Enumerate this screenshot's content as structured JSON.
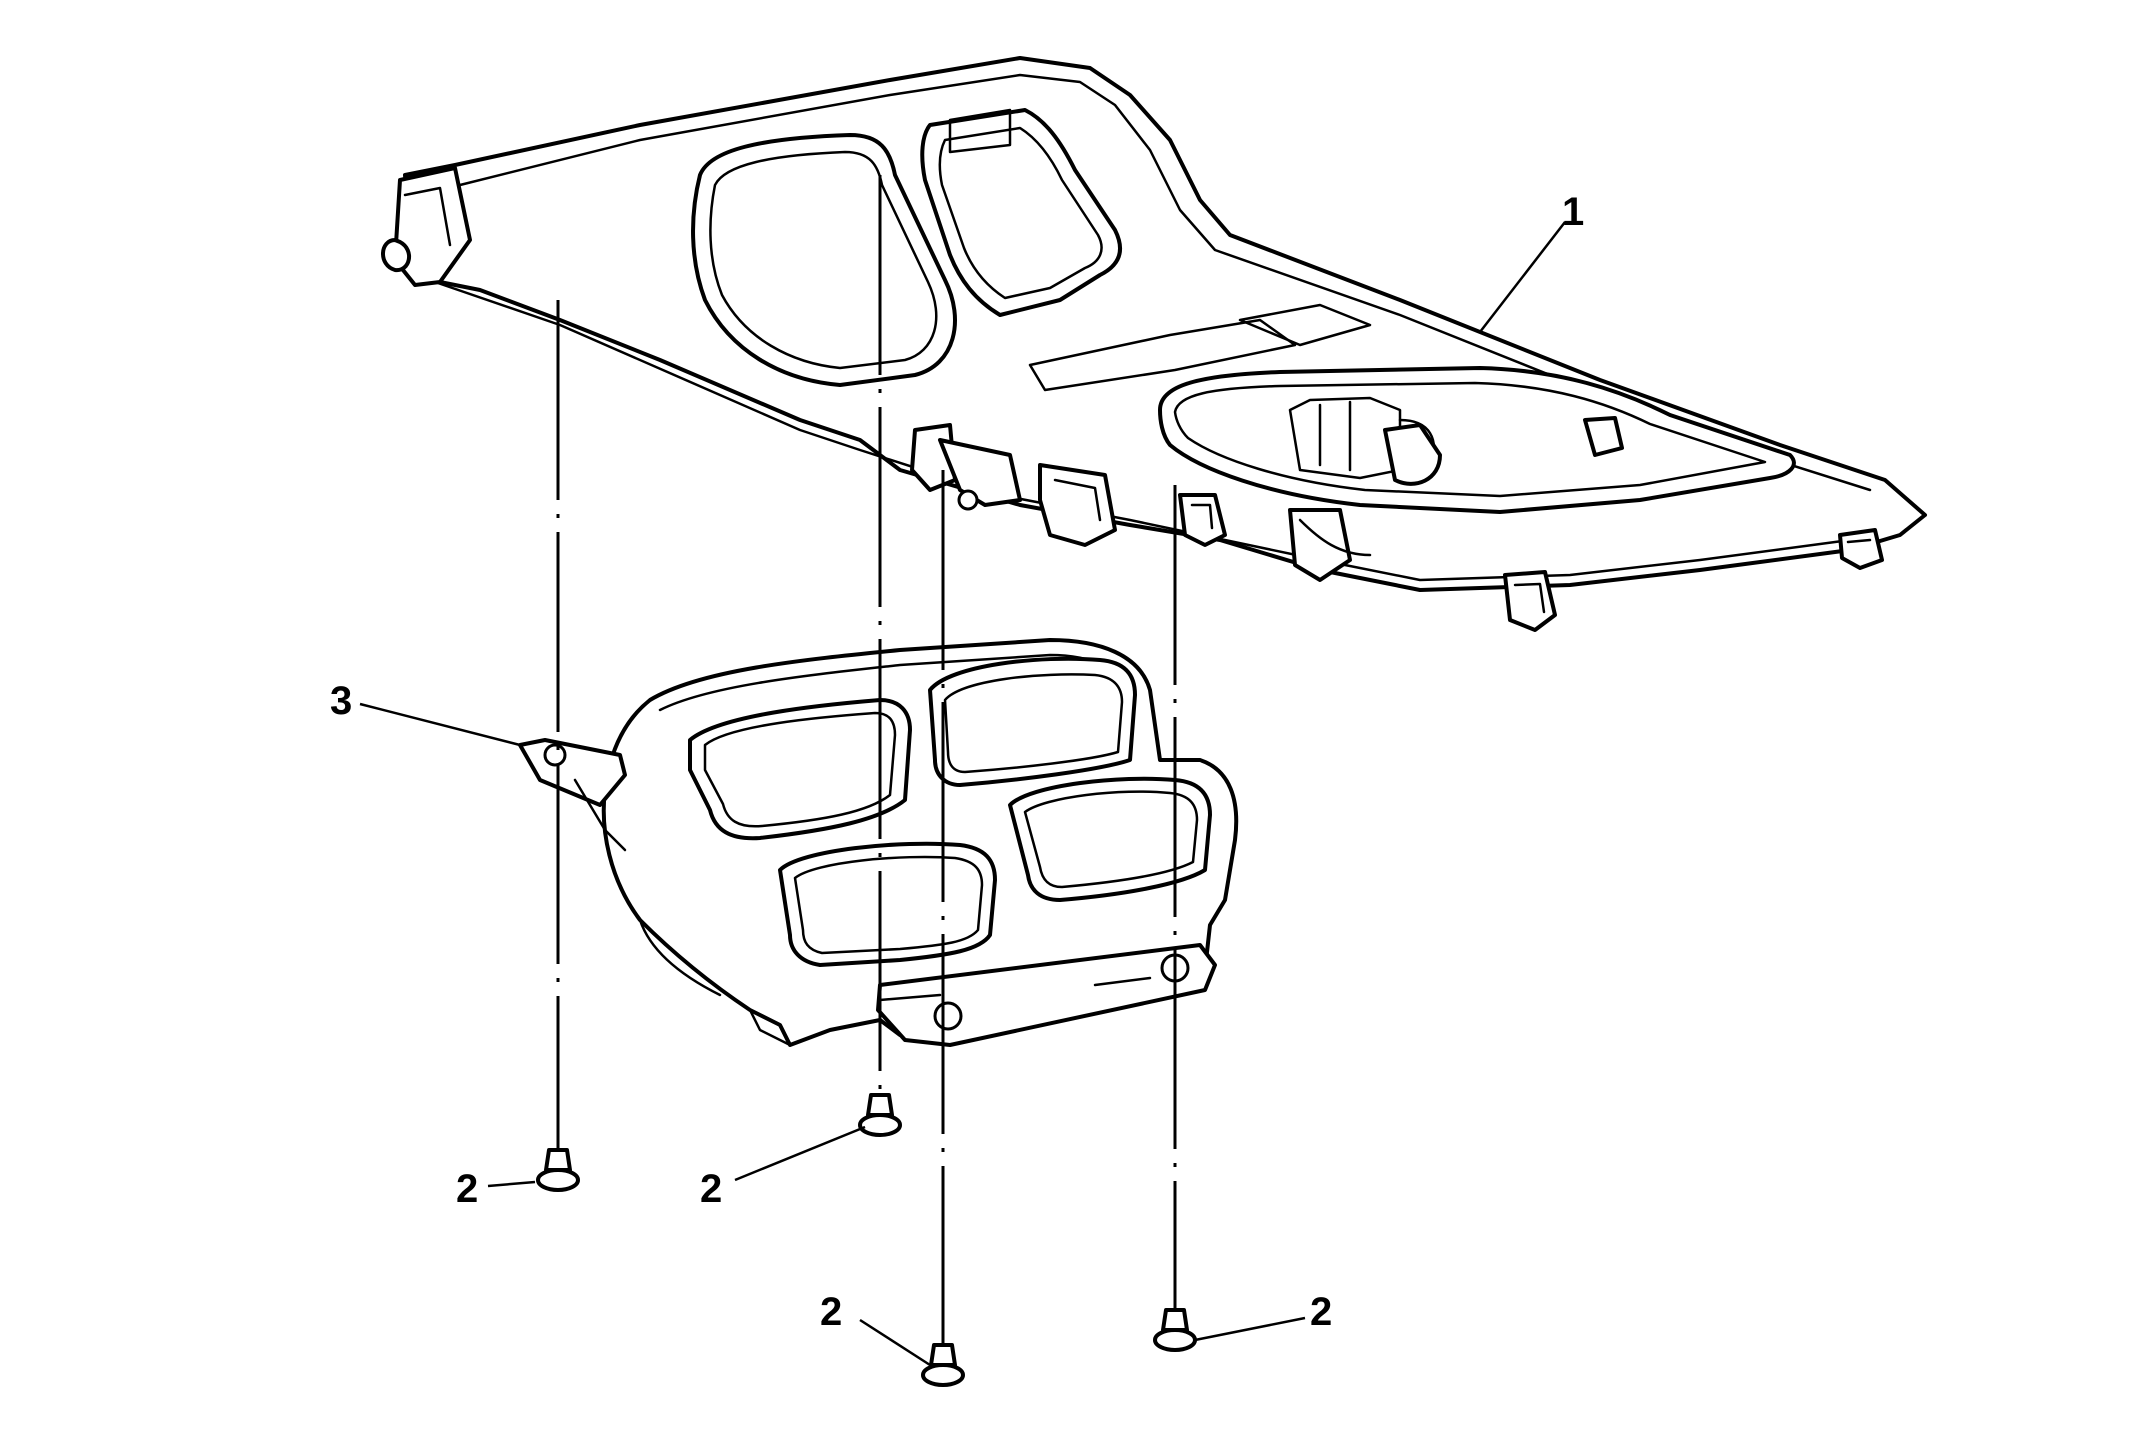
{
  "figure": {
    "callouts": {
      "console_trim_plate": "1",
      "screw": "2",
      "gauge_housing": "3"
    }
  }
}
